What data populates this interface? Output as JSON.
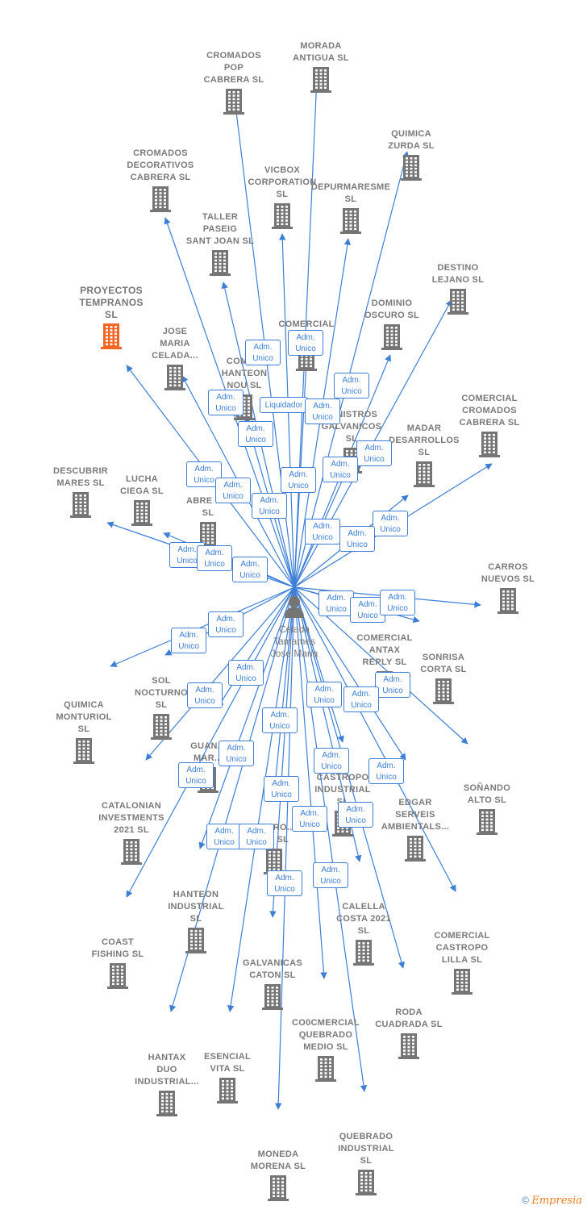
{
  "center": {
    "name": "Celada\nTamames\nJose Maria"
  },
  "companies": [
    {
      "name": "CROMADOS\nPOP\nCABRERA  SL"
    },
    {
      "name": "MORADA\nANTIGUA  SL"
    },
    {
      "name": "QUIMICA\nZURDA  SL"
    },
    {
      "name": "CROMADOS\nDECORATIVOS\nCABRERA  SL"
    },
    {
      "name": "VICBOX\nCORPORATION\nSL"
    },
    {
      "name": "DEPURMARESME\nSL"
    },
    {
      "name": "TALLER\nPASEIG\nSANT JOAN  SL"
    },
    {
      "name": "DESTINO\nLEJANO  SL"
    },
    {
      "name": "PROYECTOS\nTEMPRANOS\nSL"
    },
    {
      "name": "JOSE\nMARIA\nCELADA..."
    },
    {
      "name": "COMERCIAL\nL...  SL"
    },
    {
      "name": "DOMINIO\nOSCURO  SL"
    },
    {
      "name": "COME...\nHANTEON\nNOU  SL"
    },
    {
      "name": "...INISTROS\nGALVANICOS\nSL"
    },
    {
      "name": "COMERCIAL\nCROMADOS\nCABRERA  SL"
    },
    {
      "name": "MADAR\nDESARROLLOS\nSL"
    },
    {
      "name": "DESCUBRIR\nMARES  SL"
    },
    {
      "name": "LUCHA\nCIEGA  SL"
    },
    {
      "name": "ABRE N...\nSL"
    },
    {
      "name": "CARROS\nNUEVOS  SL"
    },
    {
      "name": "COMERCIAL\nANTAX\nREPLY  SL"
    },
    {
      "name": "SONRISA\nCORTA  SL"
    },
    {
      "name": "SOL\nNOCTURNO\nSL"
    },
    {
      "name": "QUIMICA\nMONTURIOL\nSL"
    },
    {
      "name": "GUAN...\nMAR..."
    },
    {
      "name": "SOÑANDO\nALTO  SL"
    },
    {
      "name": "CASTROPO\nINDUSTRIAL\nSL"
    },
    {
      "name": "EDGAR\nSERVEIS\nAMBIENTALS..."
    },
    {
      "name": "CATALONIAN\nINVESTMENTS\n2021  SL"
    },
    {
      "name": "...STRO...\n...N  SL"
    },
    {
      "name": "HANTEON\nINDUSTRIAL\nSL"
    },
    {
      "name": "CALELLA\nCOSTA 2021\nSL"
    },
    {
      "name": "COMERCIAL\nCASTROPO\nLILLA  SL"
    },
    {
      "name": "COAST\nFISHING  SL"
    },
    {
      "name": "GALVANICAS\nCATON  SL"
    },
    {
      "name": "RODA\nCUADRADA  SL"
    },
    {
      "name": "CO0CMERCIAL\nQUEBRADO\nMEDIO  SL"
    },
    {
      "name": "HANTAX\nDUO\nINDUSTRIAL..."
    },
    {
      "name": "ESENCIAL\nVITA  SL"
    },
    {
      "name": "MONEDA\nMORENA  SL"
    },
    {
      "name": "QUEBRADO\nINDUSTRIAL\nSL"
    }
  ],
  "badges": [
    {
      "text": "Adm.\nUnico"
    },
    {
      "text": "Adm.\nUnico"
    },
    {
      "text": "Adm.\nUnico"
    },
    {
      "text": "Adm.\nUnico"
    },
    {
      "text": "Liquidador"
    },
    {
      "text": "Adm.\nUnico"
    },
    {
      "text": "Adm.\nUnico"
    },
    {
      "text": "Adm.\nUnico"
    },
    {
      "text": "Adm.\nUnico"
    },
    {
      "text": "Adm.\nUnico"
    },
    {
      "text": "Adm.\nUnico"
    },
    {
      "text": "Adm.\nUnico"
    },
    {
      "text": "Adm.\nUnico"
    },
    {
      "text": "Adm.\nUnico"
    },
    {
      "text": "Adm.\nUnico"
    },
    {
      "text": "Adm.\nUnico"
    },
    {
      "text": "Adm.\nUnico"
    },
    {
      "text": "Adm.\nUnico"
    },
    {
      "text": "Adm.\nUnico"
    },
    {
      "text": "Adm.\nUnico"
    },
    {
      "text": "Adm.\nUnico"
    },
    {
      "text": "Adm.\nUnico"
    },
    {
      "text": "Adm.\nUnico"
    },
    {
      "text": "Adm.\nUnico"
    },
    {
      "text": "Adm.\nUnico"
    },
    {
      "text": "Adm.\nUnico"
    },
    {
      "text": "Adm.\nUnico"
    },
    {
      "text": "Adm.\nUnico"
    },
    {
      "text": "Adm.\nUnico"
    },
    {
      "text": "Adm.\nUnico"
    },
    {
      "text": "Adm.\nUnico"
    },
    {
      "text": "Adm.\nUnico"
    },
    {
      "text": "Adm.\nUnico"
    },
    {
      "text": "Adm.\nUnico"
    },
    {
      "text": "Adm.\nUnico"
    },
    {
      "text": "Adm.\nUnico"
    },
    {
      "text": "Adm.\nUnico"
    },
    {
      "text": "Adm.\nUnico"
    },
    {
      "text": "Adm.\nUnico"
    },
    {
      "text": "Adm.\nUnico"
    },
    {
      "text": "Adm.\nUnico"
    }
  ],
  "footer": {
    "copyright": "©",
    "brand": "Empresia"
  },
  "colors": {
    "edge": "#3d7fd6",
    "building": "#757575",
    "highlight": "#f26522",
    "label": "#7a7a7a"
  },
  "icons": {
    "company": "building-icon",
    "person": "person-icon"
  }
}
